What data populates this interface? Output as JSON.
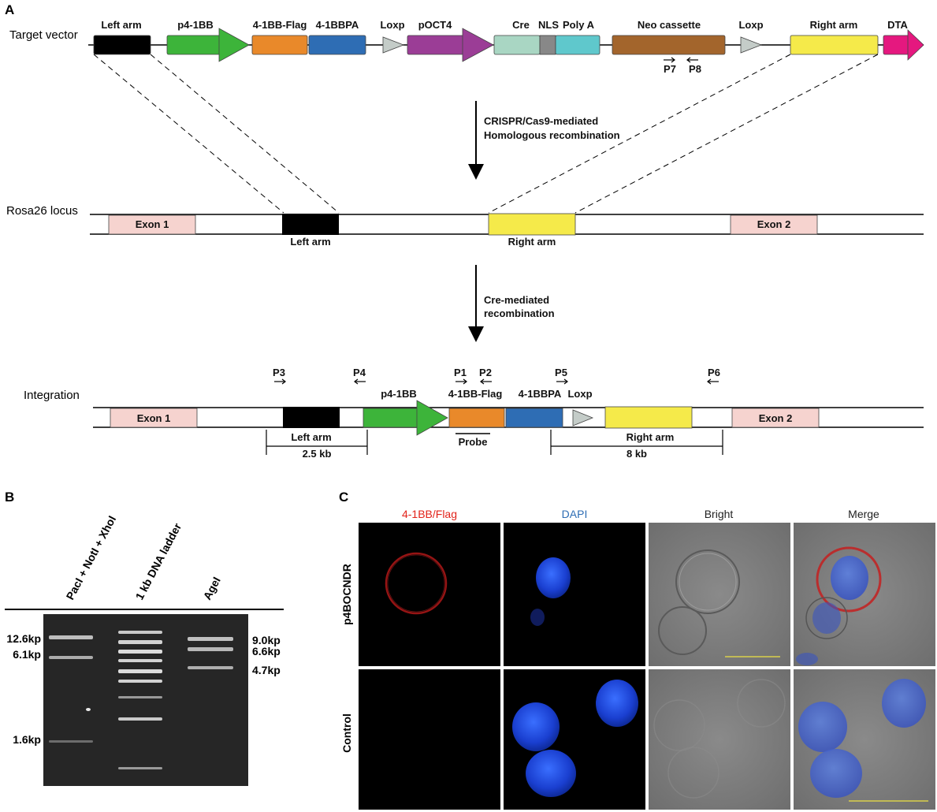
{
  "panels": {
    "a": "A",
    "b": "B",
    "c": "C"
  },
  "target_vector": {
    "title": "Target vector",
    "elements": [
      {
        "key": "left_arm",
        "label": "Left arm",
        "color": "#000000"
      },
      {
        "key": "p4_1bb",
        "label": "p4-1BB",
        "color": "#3db43a"
      },
      {
        "key": "flag",
        "label": "4-1BB-Flag",
        "color": "#e9892a"
      },
      {
        "key": "bbpa",
        "label": "4-1BBPA",
        "color": "#2e6db4"
      },
      {
        "key": "loxp1",
        "label": "Loxp",
        "color": "#c4ccc8"
      },
      {
        "key": "poct4",
        "label": "pOCT4",
        "color": "#9b3d96"
      },
      {
        "key": "cre",
        "label": "Cre",
        "color": "#a9d6c3"
      },
      {
        "key": "nls",
        "label": "NLS",
        "color": "#888888"
      },
      {
        "key": "polya",
        "label": "Poly A",
        "color": "#5fc8cc"
      },
      {
        "key": "neo",
        "label": "Neo cassette",
        "color": "#a3652c"
      },
      {
        "key": "loxp2",
        "label": "Loxp",
        "color": "#c4ccc8"
      },
      {
        "key": "right_arm",
        "label": "Right arm",
        "color": "#f5ea4a"
      },
      {
        "key": "dta",
        "label": "DTA",
        "color": "#e5187f"
      }
    ],
    "primers": {
      "p7": "P7",
      "p8": "P8"
    }
  },
  "step1": {
    "line1": "CRISPR/Cas9-mediated",
    "line2": "Homologous recombination"
  },
  "rosa26": {
    "title": "Rosa26 locus",
    "exon1": "Exon 1",
    "exon2": "Exon 2",
    "left_arm": "Left arm",
    "right_arm": "Right arm"
  },
  "step2": {
    "line1": "Cre-mediated",
    "line2": "recombination"
  },
  "integration": {
    "title": "Integration",
    "exon1": "Exon 1",
    "exon2": "Exon 2",
    "p4_1bb": "p4-1BB",
    "flag": "4-1BB-Flag",
    "bbpa": "4-1BBPA",
    "loxp": "Loxp",
    "probe": "Probe",
    "left_arm": "Left arm",
    "left_size": "2.5 kb",
    "right_arm": "Right arm",
    "right_size": "8 kb",
    "primers": {
      "p1": "P1",
      "p2": "P2",
      "p3": "P3",
      "p4": "P4",
      "p5": "P5",
      "p6": "P6"
    }
  },
  "gel": {
    "lanes": [
      "PacI + NotI + XhoI",
      "1 kb DNA ladder",
      "AgeI"
    ],
    "left_markers": [
      "12.6kp",
      "6.1kp",
      "1.6kp"
    ],
    "right_markers": [
      "9.0kp",
      "6.6kp",
      "4.7kp"
    ]
  },
  "micro": {
    "columns": [
      "4-1BB/Flag",
      "DAPI",
      "Bright",
      "Merge"
    ],
    "column_colors": [
      "#e2231a",
      "#2e6db4",
      "#222222",
      "#222222"
    ],
    "rows": [
      "p4BOCNDR",
      "Control"
    ]
  }
}
